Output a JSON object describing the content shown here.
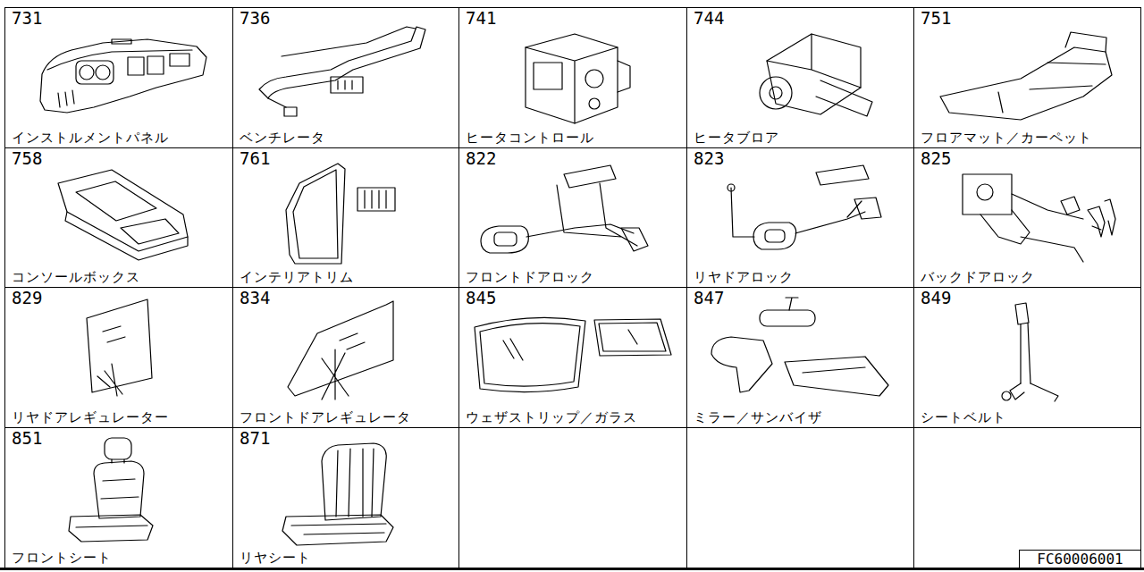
{
  "diagram": {
    "nodes": [
      {
        "text": [
          "731",
          "インストルメントパネル"
        ]
      },
      {
        "text": [
          "736",
          "ベンチレータ"
        ]
      },
      {
        "text": [
          "741",
          "ヒータコントロール"
        ]
      },
      {
        "text": [
          "744",
          "ヒータブロア"
        ]
      },
      {
        "text": [
          "751",
          "フロアマット／カーペット"
        ]
      },
      {
        "text": [
          "758",
          "コンソールボックス"
        ]
      },
      {
        "text": [
          "761",
          "インテリアトリム"
        ]
      },
      {
        "text": [
          "822",
          "フロントドアロック"
        ]
      },
      {
        "text": [
          "823",
          "リヤドアロック"
        ]
      },
      {
        "text": [
          "825",
          "バックドアロック"
        ]
      },
      {
        "text": [
          "829",
          "リヤドアレギュレーター"
        ]
      },
      {
        "text": [
          "834",
          "フロントドアレギュレータ"
        ]
      },
      {
        "text": [
          "845",
          "ウェザストリップ／ガラス"
        ]
      },
      {
        "text": [
          "847",
          "ミラー／サンバイザ"
        ]
      },
      {
        "text": [
          "849",
          "シートベルト"
        ]
      },
      {
        "text": [
          "851",
          "フロントシート"
        ]
      },
      {
        "text": [
          "871",
          "リヤシート"
        ]
      },
      {
        "text": [
          "FC60006001"
        ]
      }
    ]
  }
}
